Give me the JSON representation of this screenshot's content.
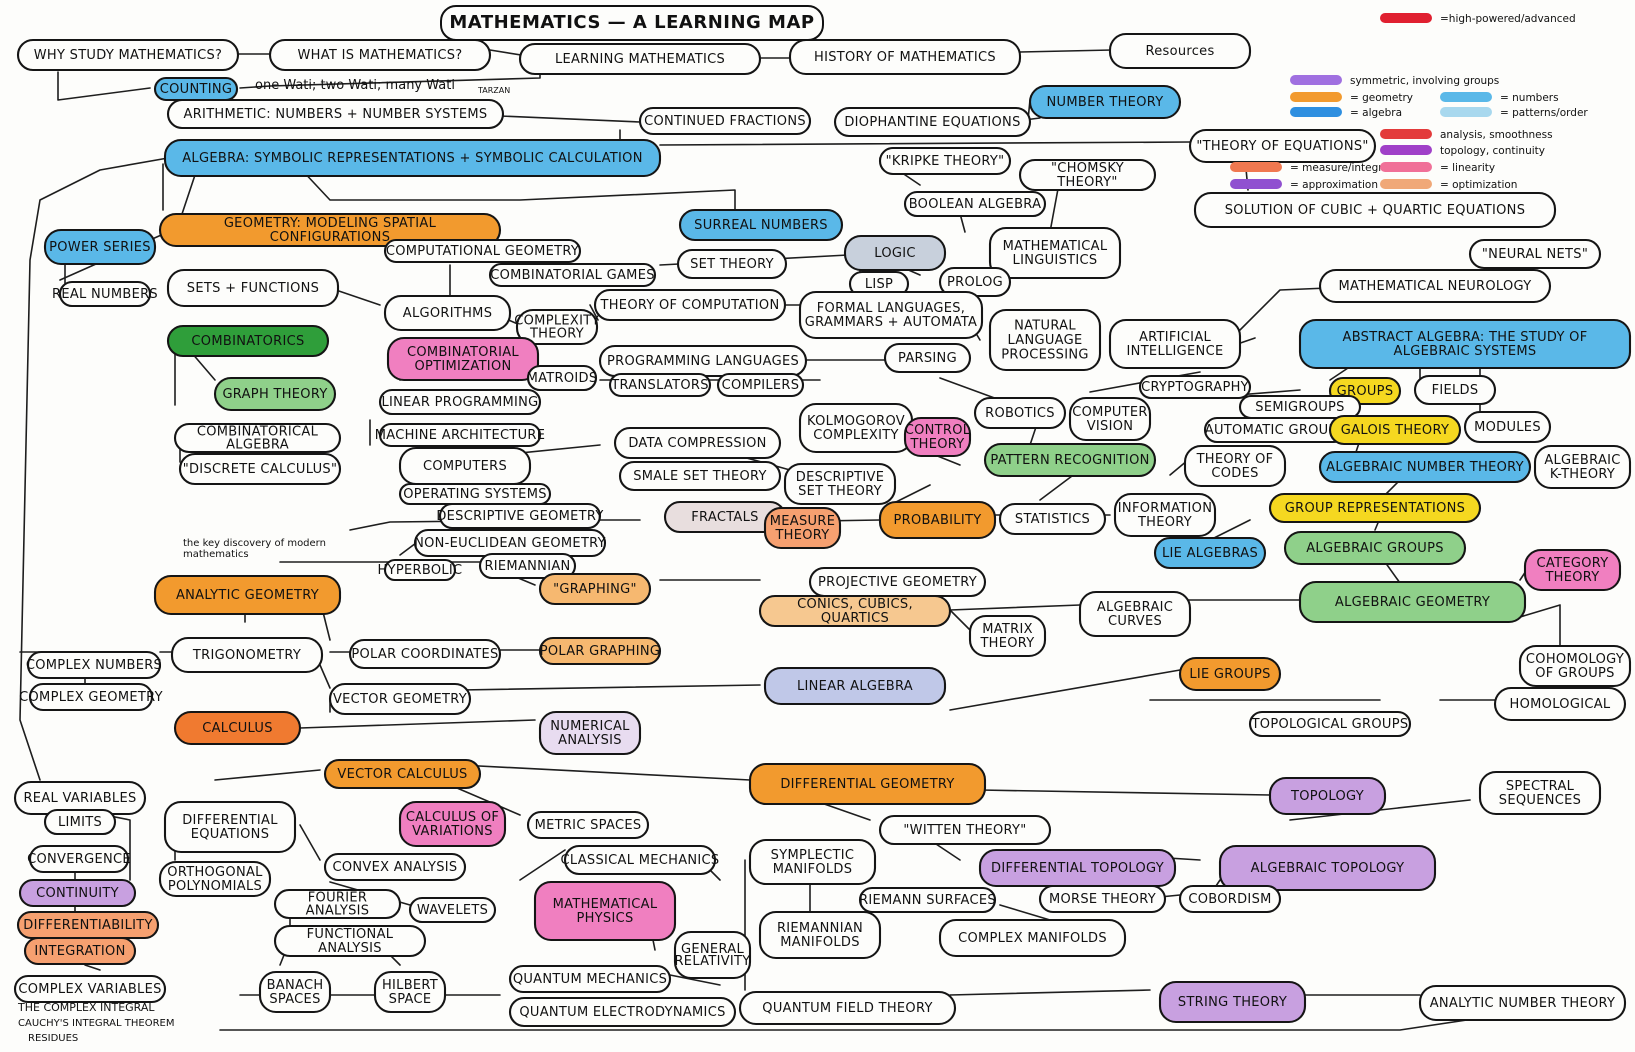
{
  "title": "MATHEMATICS — A LEARNING MAP",
  "legend": {
    "items": [
      {
        "label": "=high-powered/advanced",
        "color": "#e02030"
      },
      {
        "label": "symmetric, involving groups",
        "color": "#a070e0"
      },
      {
        "label": "= geometry",
        "color": "#f29a2e"
      },
      {
        "label": "= algebra",
        "color": "#2e8fe0"
      },
      {
        "label": "= numbers",
        "color": "#5ab8e8"
      },
      {
        "label": "= patterns/order",
        "color": "#a8d8ee"
      },
      {
        "label": "analysis, smoothness",
        "color": "#e33b3b"
      },
      {
        "label": "topology, continuity",
        "color": "#a040c8"
      },
      {
        "label": "= measure/integration",
        "color": "#f07850"
      },
      {
        "label": "= linearity",
        "color": "#f07098"
      },
      {
        "label": "= approximation",
        "color": "#9050d0"
      },
      {
        "label": "= optimization",
        "color": "#f0a878"
      }
    ]
  },
  "notes": {
    "wati": "one Wati; two Wati; many Wati",
    "tarzan": "TARZAN",
    "key_discovery": "the key discovery of modern mathematics",
    "complex_integral": "THE COMPLEX INTEGRAL",
    "cauchy": "CAUCHY'S INTEGRAL THEOREM",
    "residues": "RESIDUES"
  },
  "nodes": [
    {
      "id": "why-study",
      "label": "WHY STUDY MATHEMATICS?",
      "color": "none"
    },
    {
      "id": "what-is",
      "label": "WHAT IS MATHEMATICS?",
      "color": "none"
    },
    {
      "id": "learning",
      "label": "LEARNING MATHEMATICS",
      "color": "none"
    },
    {
      "id": "history",
      "label": "HISTORY OF MATHEMATICS",
      "color": "none"
    },
    {
      "id": "resources",
      "label": "Resources",
      "color": "none"
    },
    {
      "id": "counting",
      "label": "COUNTING",
      "color": "#5ab8e8"
    },
    {
      "id": "arithmetic",
      "label": "ARITHMETIC: NUMBERS + NUMBER SYSTEMS",
      "color": "none"
    },
    {
      "id": "continued-fractions",
      "label": "CONTINUED FRACTIONS",
      "color": "none"
    },
    {
      "id": "diophantine",
      "label": "DIOPHANTINE EQUATIONS",
      "color": "none"
    },
    {
      "id": "number-theory",
      "label": "NUMBER THEORY",
      "color": "#5ab8e8"
    },
    {
      "id": "algebra",
      "label": "ALGEBRA: SYMBOLIC REPRESENTATIONS + SYMBOLIC CALCULATION",
      "color": "#5ab8e8"
    },
    {
      "id": "theory-equations",
      "label": "\"THEORY OF EQUATIONS\"",
      "color": "none"
    },
    {
      "id": "cubic-quartic",
      "label": "SOLUTION OF CUBIC + QUARTIC EQUATIONS",
      "color": "none"
    },
    {
      "id": "kripke",
      "label": "\"KRIPKE THEORY\"",
      "color": "none"
    },
    {
      "id": "chomsky",
      "label": "\"CHOMSKY THEORY\"",
      "color": "none"
    },
    {
      "id": "boolean",
      "label": "BOOLEAN ALGEBRA",
      "color": "none"
    },
    {
      "id": "power-series",
      "label": "POWER SERIES",
      "color": "#5ab8e8"
    },
    {
      "id": "geometry",
      "label": "GEOMETRY: MODELING SPATIAL CONFIGURATIONS",
      "color": "#f29a2e"
    },
    {
      "id": "surreal",
      "label": "SURREAL NUMBERS",
      "color": "#5ab8e8"
    },
    {
      "id": "logic",
      "label": "LOGIC",
      "color": "#c8d0dc"
    },
    {
      "id": "math-linguistics",
      "label": "MATHEMATICAL LINGUISTICS",
      "color": "none"
    },
    {
      "id": "neural-nets",
      "label": "\"NEURAL NETS\"",
      "color": "none"
    },
    {
      "id": "math-neurology",
      "label": "MATHEMATICAL NEUROLOGY",
      "color": "none"
    },
    {
      "id": "real-numbers",
      "label": "REAL NUMBERS",
      "color": "none"
    },
    {
      "id": "comp-geometry",
      "label": "COMPUTATIONAL GEOMETRY",
      "color": "none"
    },
    {
      "id": "set-theory",
      "label": "SET THEORY",
      "color": "none"
    },
    {
      "id": "sets-functions",
      "label": "SETS + FUNCTIONS",
      "color": "none"
    },
    {
      "id": "comb-games",
      "label": "COMBINATORIAL GAMES",
      "color": "none"
    },
    {
      "id": "lisp",
      "label": "LISP",
      "color": "none"
    },
    {
      "id": "prolog",
      "label": "PROLOG",
      "color": "none"
    },
    {
      "id": "algorithms",
      "label": "ALGORITHMS",
      "color": "none"
    },
    {
      "id": "complexity",
      "label": "COMPLEXITY THEORY",
      "color": "none"
    },
    {
      "id": "theory-computation",
      "label": "THEORY OF COMPUTATION",
      "color": "none"
    },
    {
      "id": "formal-languages",
      "label": "FORMAL LANGUAGES, GRAMMARS + AUTOMATA",
      "color": "none"
    },
    {
      "id": "nlp",
      "label": "NATURAL LANGUAGE PROCESSING",
      "color": "none"
    },
    {
      "id": "ai",
      "label": "ARTIFICIAL INTELLIGENCE",
      "color": "none"
    },
    {
      "id": "abstract-algebra",
      "label": "ABSTRACT ALGEBRA: THE STUDY OF ALGEBRAIC SYSTEMS",
      "color": "#5ab8e8"
    },
    {
      "id": "combinatorics",
      "label": "COMBINATORICS",
      "color": "#2f9e3a"
    },
    {
      "id": "comb-optimization",
      "label": "COMBINATORIAL OPTIMIZATION",
      "color": "#f07fc0"
    },
    {
      "id": "prog-languages",
      "label": "PROGRAMMING LANGUAGES",
      "color": "none"
    },
    {
      "id": "parsing",
      "label": "PARSING",
      "color": "none"
    },
    {
      "id": "matroids",
      "label": "MATROIDS",
      "color": "none"
    },
    {
      "id": "translators",
      "label": "TRANSLATORS",
      "color": "none"
    },
    {
      "id": "compilers",
      "label": "COMPILERS",
      "color": "none"
    },
    {
      "id": "cryptography",
      "label": "CRYPTOGRAPHY",
      "color": "none"
    },
    {
      "id": "groups",
      "label": "GROUPS",
      "color": "#f5d820"
    },
    {
      "id": "fields",
      "label": "FIELDS",
      "color": "none"
    },
    {
      "id": "graph-theory",
      "label": "GRAPH THEORY",
      "color": "#8fd08a"
    },
    {
      "id": "linear-programming",
      "label": "LINEAR PROGRAMMING",
      "color": "none"
    },
    {
      "id": "kolmogorov",
      "label": "KOLMOGOROV COMPLEXITY",
      "color": "none"
    },
    {
      "id": "control-theory",
      "label": "CONTROL THEORY",
      "color": "#f07fc0"
    },
    {
      "id": "robotics",
      "label": "ROBOTICS",
      "color": "none"
    },
    {
      "id": "computer-vision",
      "label": "COMPUTER VISION",
      "color": "none"
    },
    {
      "id": "semigroups",
      "label": "SEMIGROUPS",
      "color": "none"
    },
    {
      "id": "automatic-groups",
      "label": "AUTOMATIC GROUPS",
      "color": "none"
    },
    {
      "id": "galois",
      "label": "GALOIS THEORY",
      "color": "#f5d820"
    },
    {
      "id": "modules",
      "label": "MODULES",
      "color": "none"
    },
    {
      "id": "comb-algebra",
      "label": "COMBINATORICAL ALGEBRA",
      "color": "none"
    },
    {
      "id": "machine-arch",
      "label": "MACHINE ARCHITECTURE",
      "color": "none"
    },
    {
      "id": "data-compression",
      "label": "DATA COMPRESSION",
      "color": "none"
    },
    {
      "id": "pattern-recognition",
      "label": "PATTERN RECOGNITION",
      "color": "#8fd08a"
    },
    {
      "id": "theory-codes",
      "label": "THEORY OF CODES",
      "color": "none"
    },
    {
      "id": "alg-number-theory",
      "label": "ALGEBRAIC NUMBER THEORY",
      "color": "#5ab8e8"
    },
    {
      "id": "alg-k-theory",
      "label": "ALGEBRAIC K-THEORY",
      "color": "none"
    },
    {
      "id": "discrete-calculus",
      "label": "\"DISCRETE CALCULUS\"",
      "color": "none"
    },
    {
      "id": "computers",
      "label": "COMPUTERS",
      "color": "none"
    },
    {
      "id": "smale-set",
      "label": "SMALE SET THEORY",
      "color": "none"
    },
    {
      "id": "descriptive-set",
      "label": "DESCRIPTIVE SET THEORY",
      "color": "none"
    },
    {
      "id": "operating-systems",
      "label": "OPERATING SYSTEMS",
      "color": "none"
    },
    {
      "id": "descriptive-geometry",
      "label": "DESCRIPTIVE GEOMETRY",
      "color": "none"
    },
    {
      "id": "fractals",
      "label": "FRACTALS",
      "color": "#e8dede"
    },
    {
      "id": "measure-theory",
      "label": "MEASURE THEORY",
      "color": "#f6a070"
    },
    {
      "id": "probability",
      "label": "PROBABILITY",
      "color": "#f29a2e"
    },
    {
      "id": "statistics",
      "label": "STATISTICS",
      "color": "none"
    },
    {
      "id": "information-theory",
      "label": "INFORMATION THEORY",
      "color": "none"
    },
    {
      "id": "group-representations",
      "label": "GROUP REPRESENTATIONS",
      "color": "#f5d820"
    },
    {
      "id": "non-euclidean",
      "label": "NON-EUCLIDEAN GEOMETRY",
      "color": "none"
    },
    {
      "id": "lie-algebras",
      "label": "LIE ALGEBRAS",
      "color": "#5ab8e8"
    },
    {
      "id": "algebraic-groups",
      "label": "ALGEBRAIC GROUPS",
      "color": "#8fd08a"
    },
    {
      "id": "category-theory",
      "label": "CATEGORY THEORY",
      "color": "#f07fc0"
    },
    {
      "id": "hyperbolic",
      "label": "HYPERBOLIC",
      "color": "none"
    },
    {
      "id": "riemannian",
      "label": "RIEMANNIAN",
      "color": "none"
    },
    {
      "id": "analytic-geometry",
      "label": "ANALYTIC GEOMETRY",
      "color": "#f29a2e"
    },
    {
      "id": "graphing",
      "label": "\"GRAPHING\"",
      "color": "#f6b870"
    },
    {
      "id": "projective",
      "label": "PROJECTIVE GEOMETRY",
      "color": "none"
    },
    {
      "id": "conics",
      "label": "CONICS, CUBICS, QUARTICS",
      "color": "#f6c890"
    },
    {
      "id": "algebraic-curves",
      "label": "ALGEBRAIC CURVES",
      "color": "none"
    },
    {
      "id": "algebraic-geometry",
      "label": "ALGEBRAIC GEOMETRY",
      "color": "#8fd08a"
    },
    {
      "id": "matrix-theory",
      "label": "MATRIX THEORY",
      "color": "none"
    },
    {
      "id": "complex-numbers",
      "label": "COMPLEX NUMBERS",
      "color": "none"
    },
    {
      "id": "trigonometry",
      "label": "TRIGONOMETRY",
      "color": "none"
    },
    {
      "id": "polar-coordinates",
      "label": "POLAR COORDINATES",
      "color": "none"
    },
    {
      "id": "polar-graphing",
      "label": "POLAR GRAPHING",
      "color": "#f6b870"
    },
    {
      "id": "cohomology-groups",
      "label": "COHOMOLOGY OF GROUPS",
      "color": "none"
    },
    {
      "id": "complex-geometry",
      "label": "COMPLEX GEOMETRY",
      "color": "none"
    },
    {
      "id": "vector-geometry",
      "label": "VECTOR GEOMETRY",
      "color": "none"
    },
    {
      "id": "linear-algebra",
      "label": "LINEAR ALGEBRA",
      "color": "#c0c8e8"
    },
    {
      "id": "lie-groups",
      "label": "LIE GROUPS",
      "color": "#f29a2e"
    },
    {
      "id": "homological",
      "label": "HOMOLOGICAL",
      "color": "none"
    },
    {
      "id": "calculus",
      "label": "CALCULUS",
      "color": "#f07a30"
    },
    {
      "id": "numerical-analysis",
      "label": "NUMERICAL ANALYSIS",
      "color": "#e8dcf0"
    },
    {
      "id": "topological-groups",
      "label": "TOPOLOGICAL GROUPS",
      "color": "none"
    },
    {
      "id": "real-variables",
      "label": "REAL VARIABLES",
      "color": "none"
    },
    {
      "id": "vector-calculus",
      "label": "VECTOR CALCULUS",
      "color": "#f29a2e"
    },
    {
      "id": "differential-geometry",
      "label": "DIFFERENTIAL GEOMETRY",
      "color": "#f29a2e"
    },
    {
      "id": "topology",
      "label": "TOPOLOGY",
      "color": "#c8a0e0"
    },
    {
      "id": "spectral-sequences",
      "label": "SPECTRAL SEQUENCES",
      "color": "none"
    },
    {
      "id": "limits",
      "label": "LIMITS",
      "color": "none"
    },
    {
      "id": "differential-equations",
      "label": "DIFFERENTIAL EQUATIONS",
      "color": "none"
    },
    {
      "id": "calculus-variations",
      "label": "CALCULUS OF VARIATIONS",
      "color": "#f07fc0"
    },
    {
      "id": "metric-spaces",
      "label": "METRIC SPACES",
      "color": "none"
    },
    {
      "id": "witten",
      "label": "\"WITTEN THEORY\"",
      "color": "none"
    },
    {
      "id": "convergence",
      "label": "CONVERGENCE",
      "color": "none"
    },
    {
      "id": "orthogonal-polynomials",
      "label": "ORTHOGONAL POLYNOMIALS",
      "color": "none"
    },
    {
      "id": "convex-analysis",
      "label": "CONVEX ANALYSIS",
      "color": "none"
    },
    {
      "id": "classical-mechanics",
      "label": "CLASSICAL MECHANICS",
      "color": "none"
    },
    {
      "id": "symplectic",
      "label": "SYMPLECTIC MANIFOLDS",
      "color": "none"
    },
    {
      "id": "differential-topology",
      "label": "DIFFERENTIAL TOPOLOGY",
      "color": "#c8a0e0"
    },
    {
      "id": "algebraic-topology",
      "label": "ALGEBRAIC TOPOLOGY",
      "color": "#c8a0e0"
    },
    {
      "id": "continuity",
      "label": "CONTINUITY",
      "color": "#c8a0e0"
    },
    {
      "id": "fourier",
      "label": "FOURIER ANALYSIS",
      "color": "none"
    },
    {
      "id": "wavelets",
      "label": "WAVELETS",
      "color": "none"
    },
    {
      "id": "math-physics",
      "label": "MATHEMATICAL PHYSICS",
      "color": "#f07fc0"
    },
    {
      "id": "riemann-surfaces",
      "label": "RIEMANN SURFACES",
      "color": "none"
    },
    {
      "id": "morse-theory",
      "label": "MORSE THEORY",
      "color": "none"
    },
    {
      "id": "cobordism",
      "label": "COBORDISM",
      "color": "none"
    },
    {
      "id": "differentiability",
      "label": "DIFFERENTIABILITY",
      "color": "#f6a070"
    },
    {
      "id": "functional-analysis",
      "label": "FUNCTIONAL ANALYSIS",
      "color": "none"
    },
    {
      "id": "riemannian-manifolds",
      "label": "RIEMANNIAN MANIFOLDS",
      "color": "none"
    },
    {
      "id": "complex-manifolds",
      "label": "COMPLEX MANIFOLDS",
      "color": "none"
    },
    {
      "id": "integration",
      "label": "INTEGRATION",
      "color": "#f6a070"
    },
    {
      "id": "general-relativity",
      "label": "GENERAL RELATIVITY",
      "color": "none"
    },
    {
      "id": "banach",
      "label": "BANACH SPACES",
      "color": "none"
    },
    {
      "id": "hilbert",
      "label": "HILBERT SPACE",
      "color": "none"
    },
    {
      "id": "quantum-mechanics",
      "label": "QUANTUM MECHANICS",
      "color": "none"
    },
    {
      "id": "complex-variables",
      "label": "COMPLEX VARIABLES",
      "color": "none"
    },
    {
      "id": "qed",
      "label": "QUANTUM ELECTRODYNAMICS",
      "color": "none"
    },
    {
      "id": "qft",
      "label": "QUANTUM FIELD THEORY",
      "color": "none"
    },
    {
      "id": "string-theory",
      "label": "STRING THEORY",
      "color": "#c8a0e0"
    },
    {
      "id": "analytic-number-theory",
      "label": "ANALYTIC NUMBER THEORY",
      "color": "none"
    }
  ]
}
